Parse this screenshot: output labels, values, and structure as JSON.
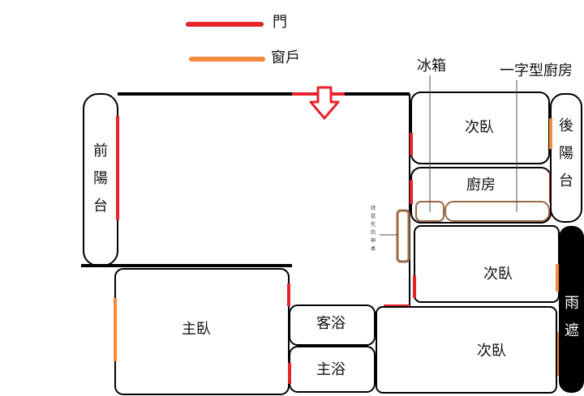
{
  "legend": {
    "door": {
      "label": "門",
      "color": "#e8232a"
    },
    "window": {
      "label": "窗戶",
      "color": "#f58a3c"
    }
  },
  "colors": {
    "wall": "#000000",
    "door": "#e8232a",
    "window": "#f58a3c",
    "altar": "#9b6a45",
    "awning": "#000000"
  },
  "rooms": {
    "front_balcony": "前陽台",
    "master_bedroom": "主臥",
    "guest_bath": "客浴",
    "master_bath": "主浴",
    "bedroom_top": "次臥",
    "kitchen": "廚房",
    "bedroom_mid": "次臥",
    "bedroom_bottom": "次臥",
    "back_balcony": "後陽台",
    "rain_awning": "雨遮"
  },
  "annotations": {
    "fridge": "冰箱",
    "linear_kitchen": "一字型廚房",
    "ancestor_altar": "拜祖先的神桌"
  },
  "icons": {
    "entrance": "entrance-arrow-icon"
  }
}
